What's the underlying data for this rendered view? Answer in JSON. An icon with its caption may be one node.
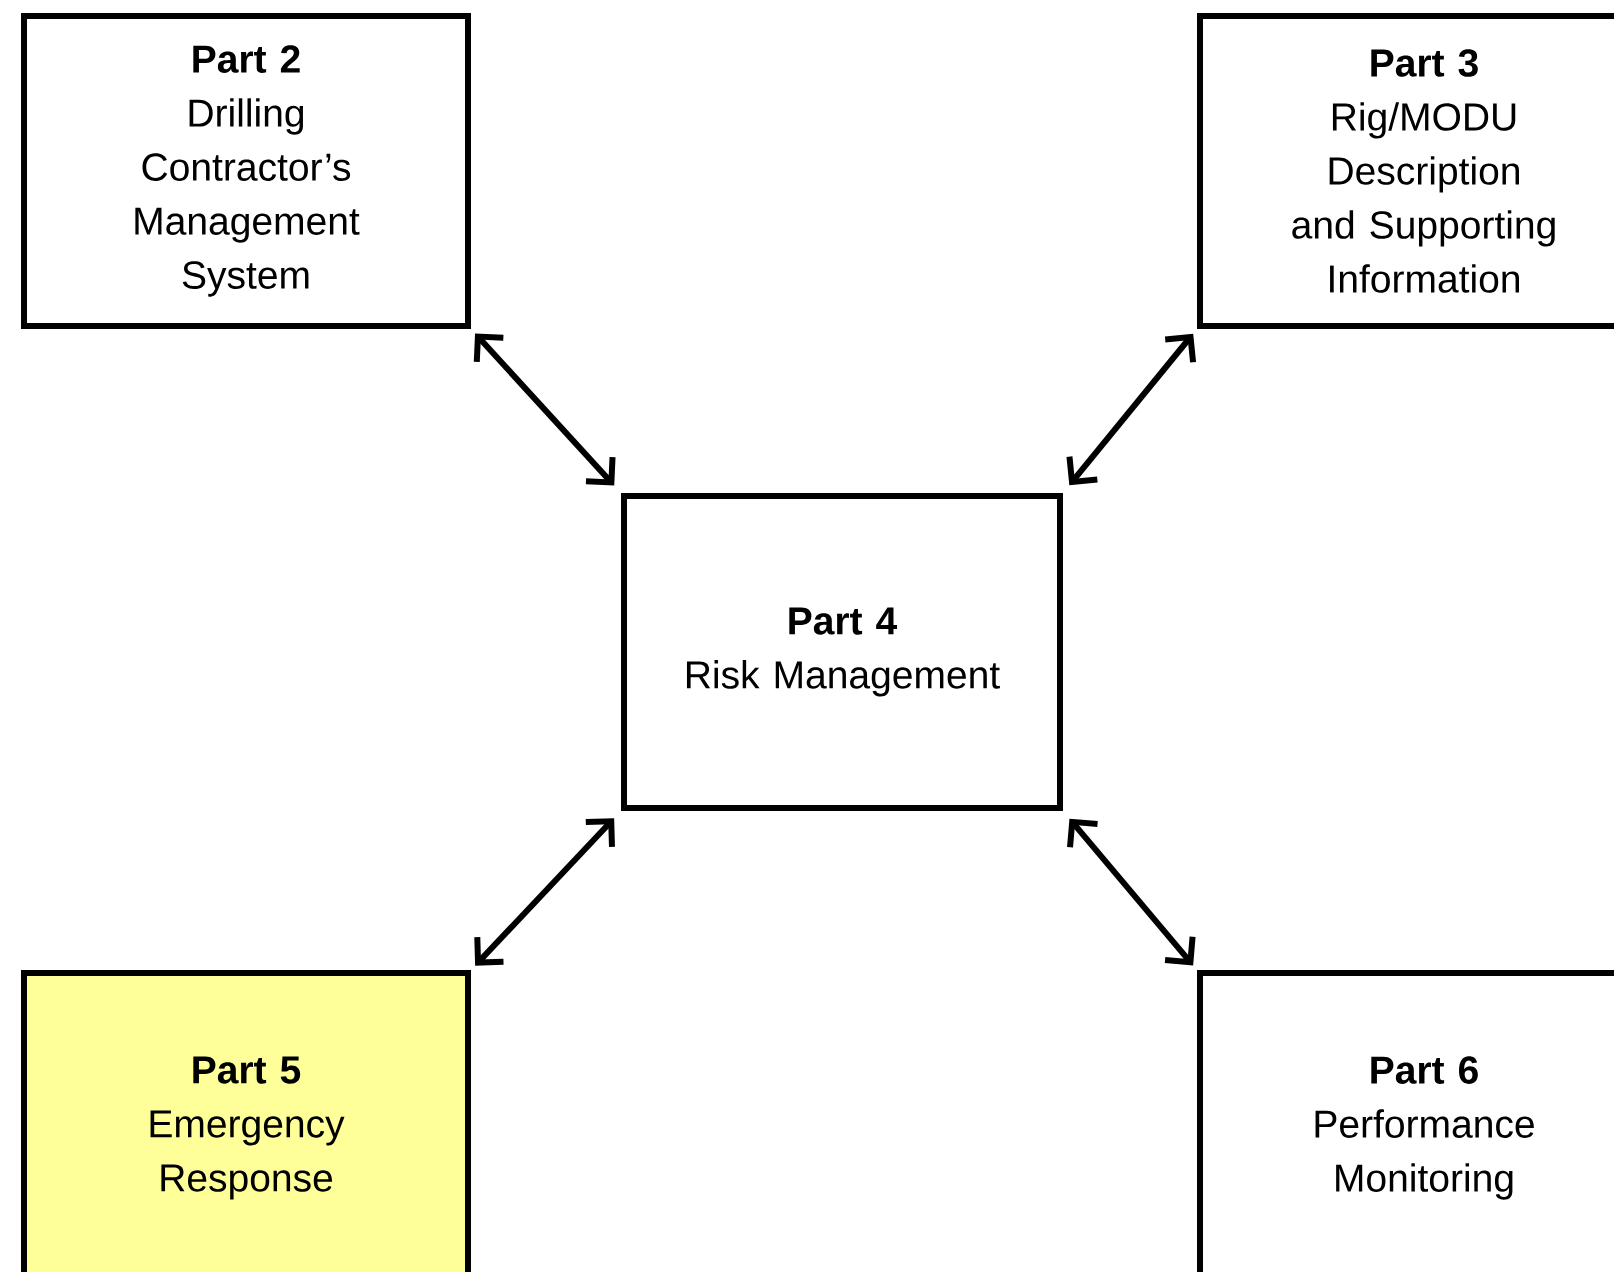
{
  "diagram": {
    "nodes": [
      {
        "text": [
          "Part 2",
          "Drilling Contractor’s Management System"
        ]
      },
      {
        "text": [
          "Part 3",
          "Rig/MODU Description and Supporting Information"
        ]
      },
      {
        "text": [
          "Part 4",
          "Risk Management"
        ]
      },
      {
        "text": [
          "Part 5",
          "Emergency Response"
        ]
      },
      {
        "text": [
          "Part 6",
          "Performance Monitoring"
        ]
      }
    ],
    "edges": [
      {
        "from": 2,
        "to": 0,
        "arrow": "both"
      },
      {
        "from": 2,
        "to": 1,
        "arrow": "both"
      },
      {
        "from": 2,
        "to": 3,
        "arrow": "both"
      },
      {
        "from": 2,
        "to": 4,
        "arrow": "both"
      }
    ]
  }
}
